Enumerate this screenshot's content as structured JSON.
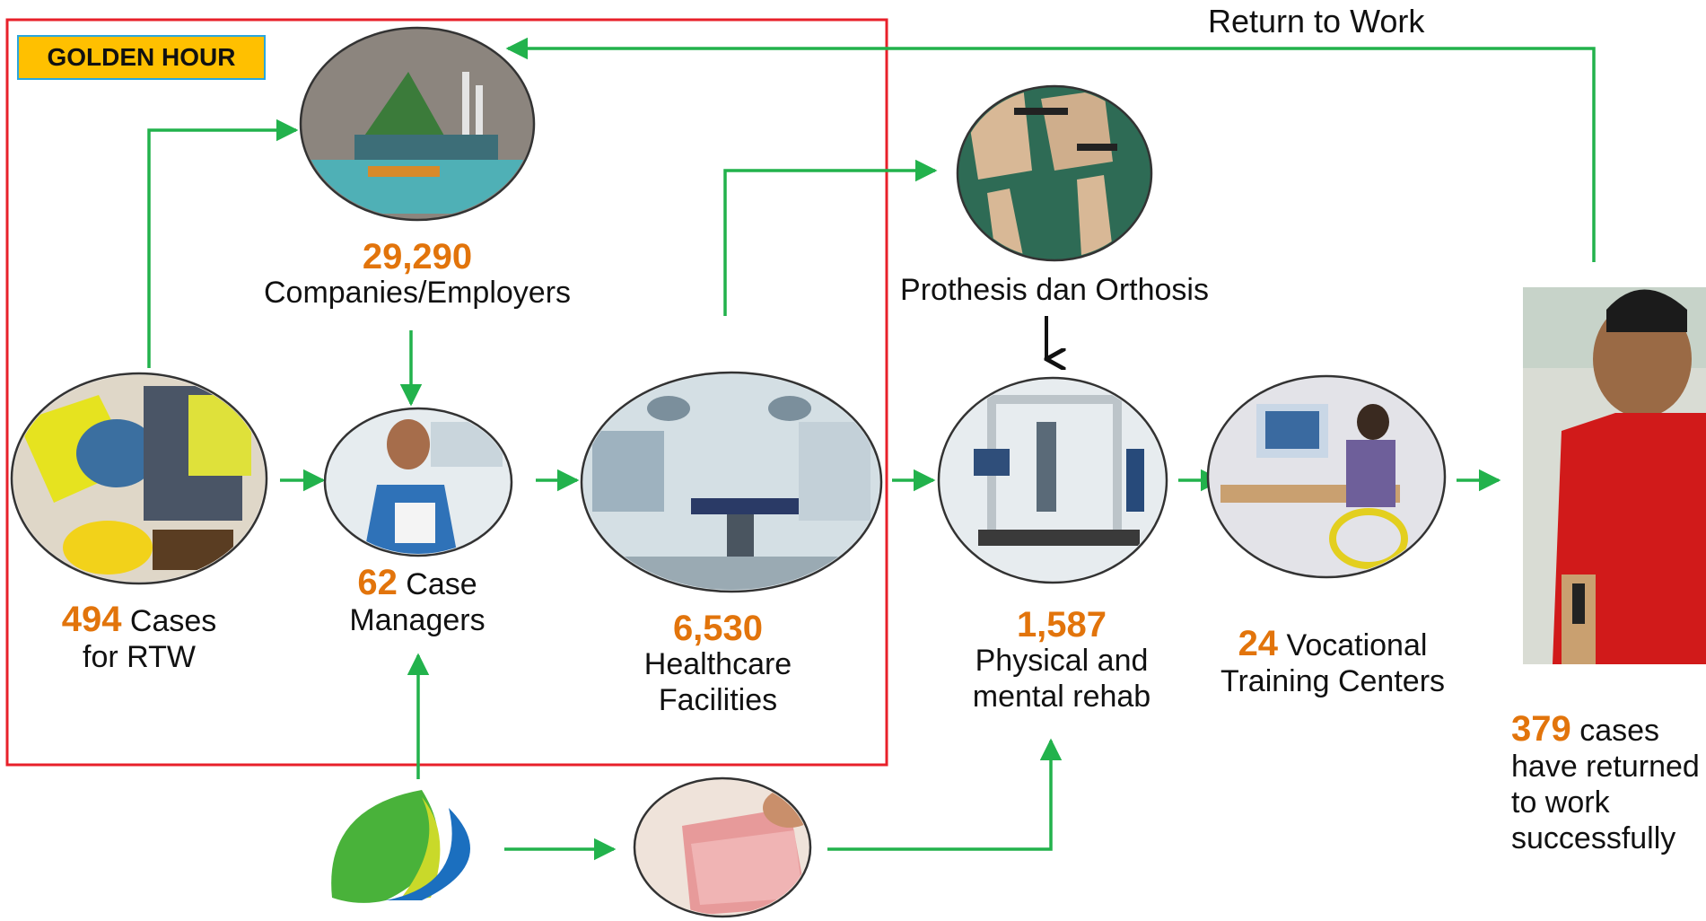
{
  "badge": "GOLDEN HOUR",
  "return_label": "Return to Work",
  "colors": {
    "arrow": "#22b24c",
    "golden_hour_border": "#e8202a",
    "number": "#e2740b",
    "badge_fill": "#ffc000",
    "badge_border": "#2aa6de"
  },
  "nodes": {
    "cases": {
      "number": "494",
      "text_1": "Cases",
      "text_2": "for RTW"
    },
    "companies": {
      "number": "29,290",
      "text": "Companies/Employers"
    },
    "case_managers": {
      "number": "62",
      "text_1": "Case",
      "text_2": "Managers"
    },
    "healthcare": {
      "number": "6,530",
      "text_1": "Healthcare",
      "text_2": "Facilities"
    },
    "prosthesis": {
      "text": "Prothesis dan Orthosis"
    },
    "rehab": {
      "number": "1,587",
      "text_1": "Physical and",
      "text_2": "mental rehab"
    },
    "vocational": {
      "number": "24",
      "text_1": "Vocational",
      "text_2": "Training Centers"
    },
    "returned": {
      "number": "379",
      "text_1": "cases",
      "text_2": "have returned",
      "text_3": "to work",
      "text_4": "successfully"
    }
  },
  "icons": {
    "cases": "injured-worker-photo",
    "companies": "industrial-factory-illustration",
    "case_managers": "case-manager-photo",
    "healthcare": "operating-room-photo",
    "prosthesis": "prosthetic-limbs-photo",
    "rehab": "rehabilitation-treadmill-photo",
    "vocational": "wheelchair-worker-computer-photo",
    "returned": "worker-with-prosthetic-arm-photo",
    "funder": "bpjs-leaf-logo",
    "money": "banknotes-photo"
  }
}
